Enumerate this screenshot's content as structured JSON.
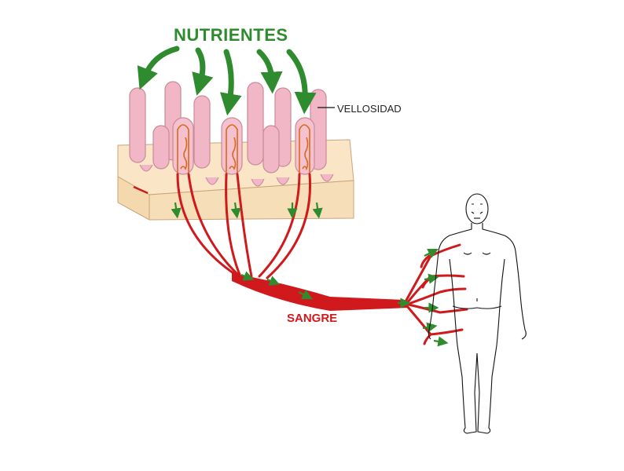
{
  "labels": {
    "nutrients": "NUTRIENTES",
    "villus": "VELLOSIDAD",
    "blood": "SANGRE"
  },
  "colors": {
    "nutrients": "#2e8b2e",
    "blood": "#d0191c",
    "villus_fill": "#f2b7c6",
    "villus_stroke": "#c98a99",
    "tissue_fill": "#f6dfb8",
    "tissue_stroke": "#c7a57a",
    "body_outline": "#111111"
  },
  "icons": [
    "nutrient-arrow-icon",
    "absorption-arrow-icon",
    "human-body-figure"
  ]
}
